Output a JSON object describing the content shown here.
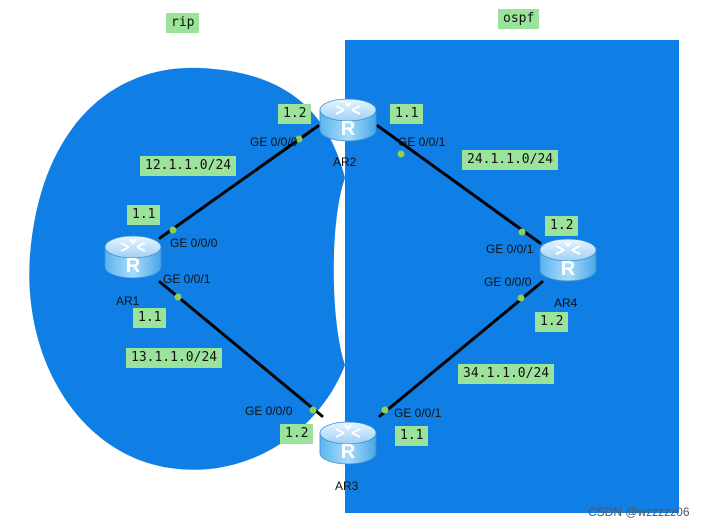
{
  "areas": {
    "rip_label": "rip",
    "ospf_label": "ospf",
    "rip_color": "#0f7fe6",
    "ospf_color": "#0f7fe6"
  },
  "routers": {
    "ar1": {
      "name": "AR1",
      "icon": "router-icon"
    },
    "ar2": {
      "name": "AR2",
      "icon": "router-icon"
    },
    "ar3": {
      "name": "AR3",
      "icon": "router-icon"
    },
    "ar4": {
      "name": "AR4",
      "icon": "router-icon"
    }
  },
  "links": {
    "ar1_ar2": {
      "network": "12.1.1.0/24",
      "ar1_port": "GE 0/0/0",
      "ar1_ip": "1.1",
      "ar2_port": "GE 0/0/0",
      "ar2_ip": "1.2"
    },
    "ar2_ar4": {
      "network": "24.1.1.0/24",
      "ar2_port": "GE 0/0/1",
      "ar2_ip": "1.1",
      "ar4_port": "GE 0/0/1",
      "ar4_ip": "1.2"
    },
    "ar1_ar3": {
      "network": "13.1.1.0/24",
      "ar1_port": "GE 0/0/1",
      "ar1_ip": "1.1",
      "ar3_port": "GE 0/0/0",
      "ar3_ip": "1.2"
    },
    "ar3_ar4": {
      "network": "34.1.1.0/24",
      "ar3_port": "GE 0/0/1",
      "ar3_ip": "1.1",
      "ar4_port": "GE 0/0/0",
      "ar4_ip": "1.2"
    }
  },
  "colors": {
    "tag_bg": "#9be29b",
    "link": "#000000",
    "port_dot": "#8fd14f"
  },
  "watermark": "CSDN @wzzzzz06"
}
